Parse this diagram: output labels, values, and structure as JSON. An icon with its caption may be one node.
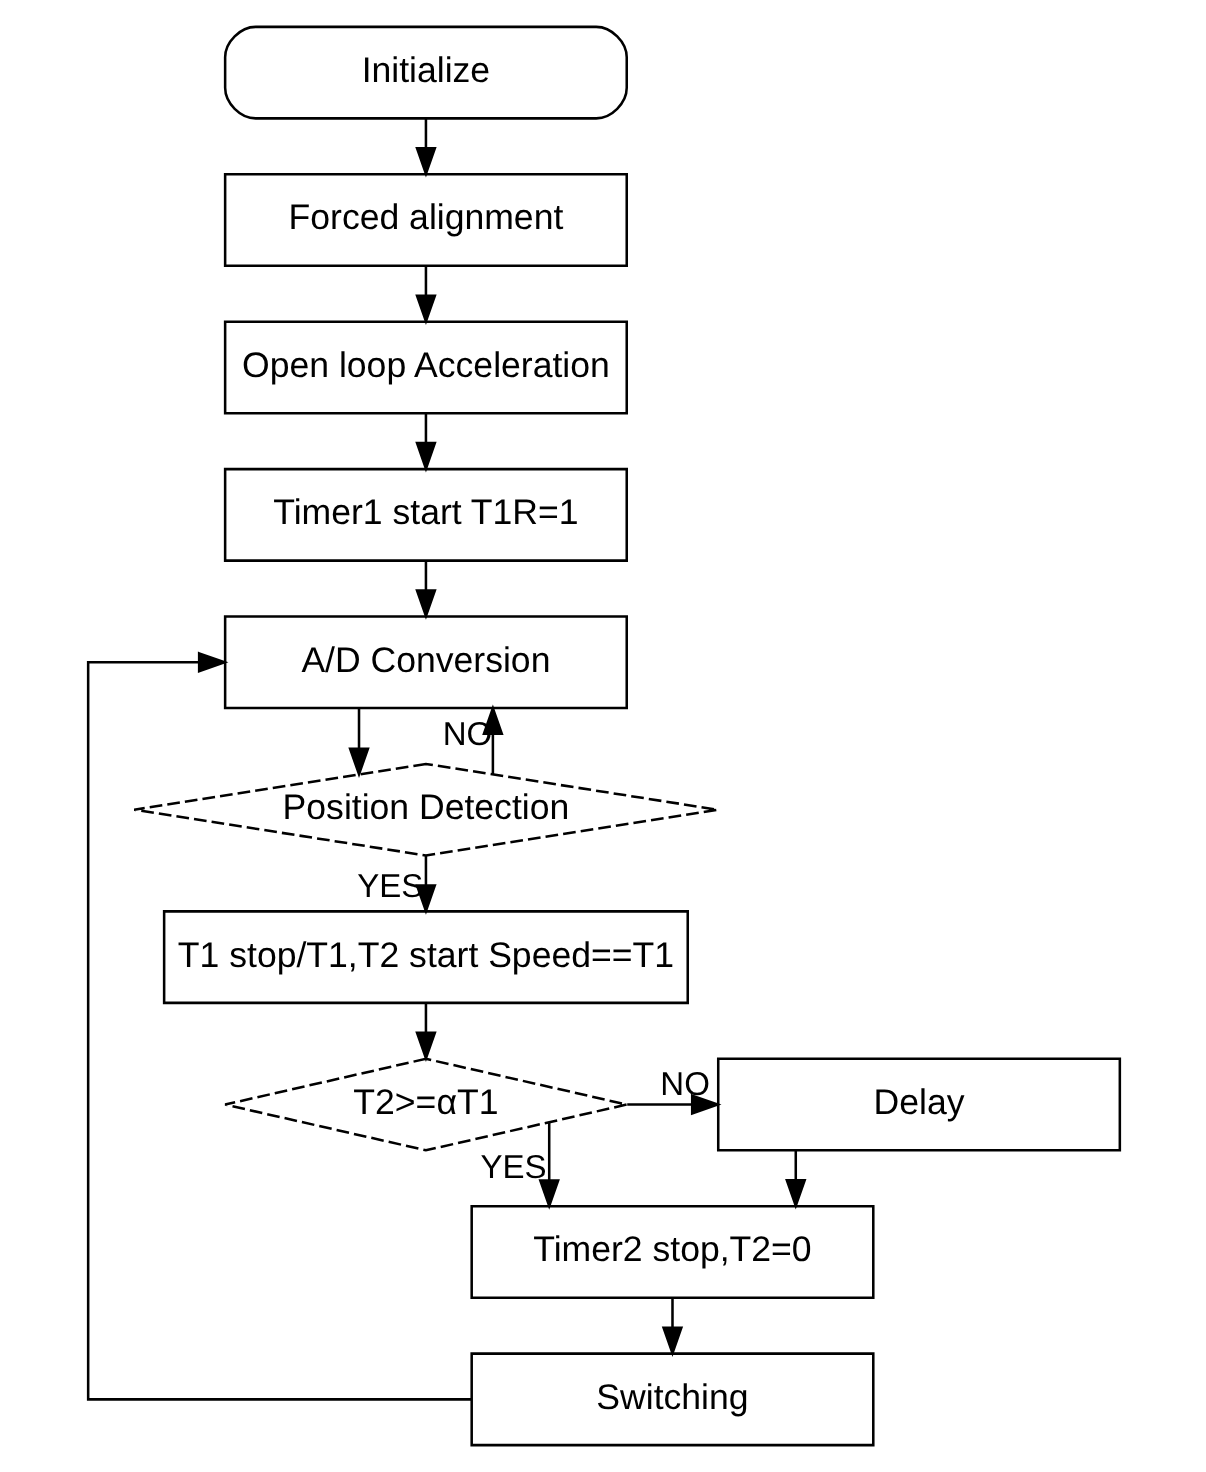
{
  "diagram": {
    "nodes": [
      {
        "text": [
          "Initialize"
        ]
      },
      {
        "text": [
          "Forced alignment"
        ]
      },
      {
        "text": [
          "Open loop Acceleration"
        ]
      },
      {
        "text": [
          "Timer1 start T1R=1"
        ]
      },
      {
        "text": [
          "A/D Conversion"
        ]
      },
      {
        "text": [
          "Position Detection"
        ]
      },
      {
        "text": [
          "T1 stop/T1,T2 start Speed==T1"
        ]
      },
      {
        "text": [
          "T2>=αT1"
        ]
      },
      {
        "text": [
          "Delay"
        ]
      },
      {
        "text": [
          "Timer2 stop,T2=0"
        ]
      },
      {
        "text": [
          "Switching"
        ]
      }
    ],
    "edges": [
      {
        "from": 0,
        "to": 1,
        "arrow": "to"
      },
      {
        "from": 1,
        "to": 2,
        "arrow": "to"
      },
      {
        "from": 2,
        "to": 3,
        "arrow": "to"
      },
      {
        "from": 3,
        "to": 4,
        "arrow": "to"
      },
      {
        "from": 4,
        "to": 5,
        "arrow": "to"
      },
      {
        "from": 5,
        "to": 4,
        "arrow": "to",
        "label": "NO"
      },
      {
        "from": 5,
        "to": 6,
        "arrow": "to",
        "label": "YES"
      },
      {
        "from": 6,
        "to": 7,
        "arrow": "to"
      },
      {
        "from": 7,
        "to": 8,
        "arrow": "to",
        "label": "NO"
      },
      {
        "from": 7,
        "to": 9,
        "arrow": "to",
        "label": "YES"
      },
      {
        "from": 8,
        "to": 9,
        "arrow": "to"
      },
      {
        "from": 9,
        "to": 10,
        "arrow": "to"
      },
      {
        "from": 10,
        "to": 4,
        "arrow": "to"
      }
    ]
  }
}
